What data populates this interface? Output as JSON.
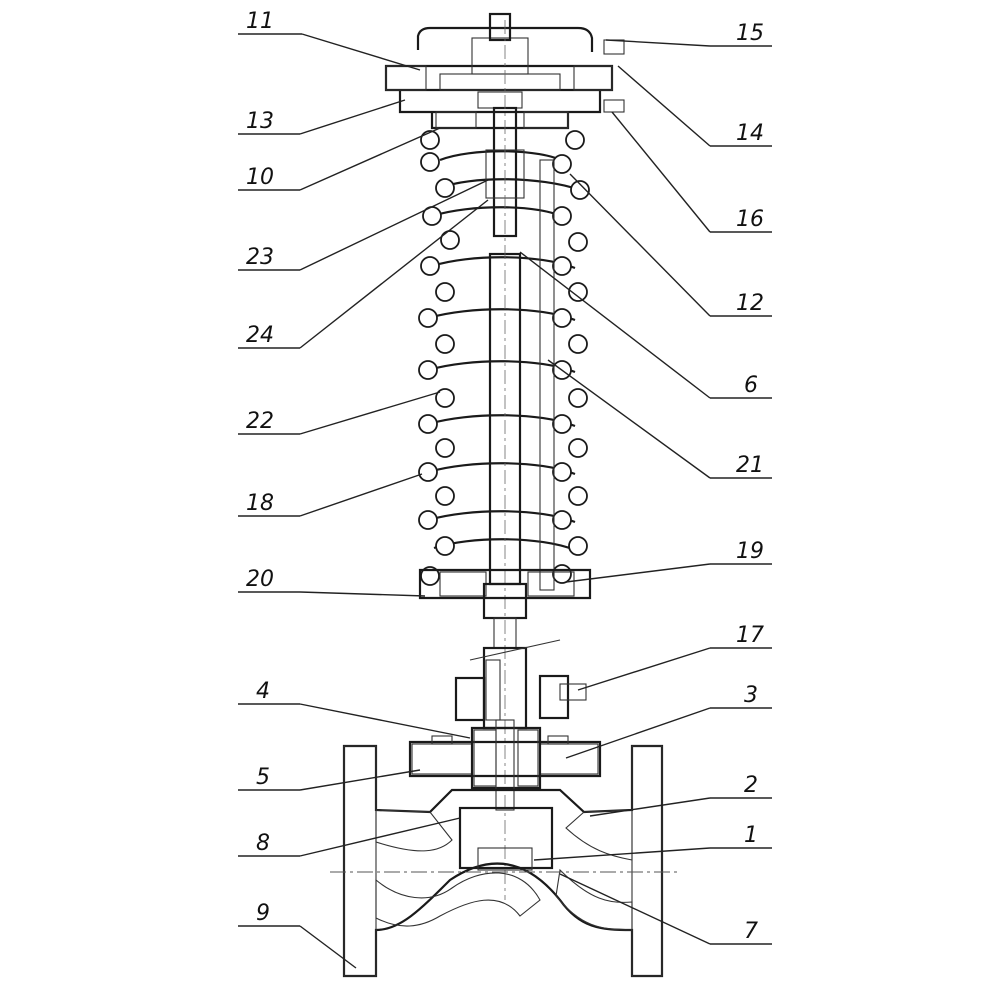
{
  "diagram": {
    "left_labels": [
      "11",
      "13",
      "10",
      "23",
      "24",
      "22",
      "18",
      "20",
      "4",
      "5",
      "8",
      "9"
    ],
    "right_labels": [
      "15",
      "14",
      "16",
      "12",
      "6",
      "21",
      "19",
      "17",
      "3",
      "2",
      "1",
      "7"
    ]
  }
}
